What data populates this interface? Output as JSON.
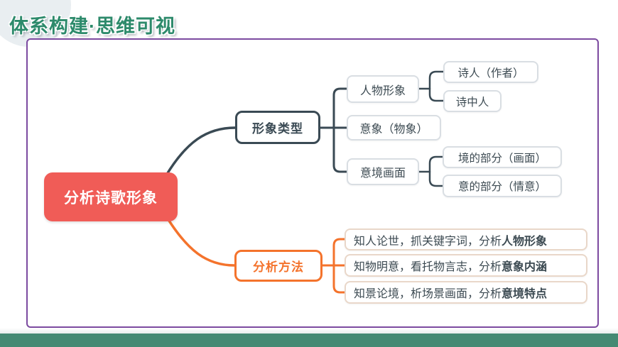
{
  "title": "体系构建·思维可视",
  "colors": {
    "title_green": "#2d8a6b",
    "panel_border_purple": "#7c4aa0",
    "root_red": "#f05c57",
    "branch_dark": "#3a4a54",
    "branch_orange": "#f4732c",
    "footer_green": "#448a73"
  },
  "map": {
    "root": {
      "label": "分析诗歌形象"
    },
    "type_branch": {
      "label": "形象类型",
      "children": [
        {
          "label": "人物形象",
          "children": [
            "诗人（作者）",
            "诗中人"
          ]
        },
        {
          "label": "意象（物象）"
        },
        {
          "label": "意境画面",
          "children": [
            "境的部分（画面）",
            "意的部分（情意）"
          ]
        }
      ]
    },
    "method_branch": {
      "label": "分析方法",
      "items": [
        {
          "prefix": "知人论世，抓关键字词，分析",
          "bold": "人物形象"
        },
        {
          "prefix": "知物明意，看托物言志，分析",
          "bold": "意象内涵"
        },
        {
          "prefix": "知景论境，析场景画面，分析",
          "bold": "意境特点"
        }
      ]
    }
  }
}
